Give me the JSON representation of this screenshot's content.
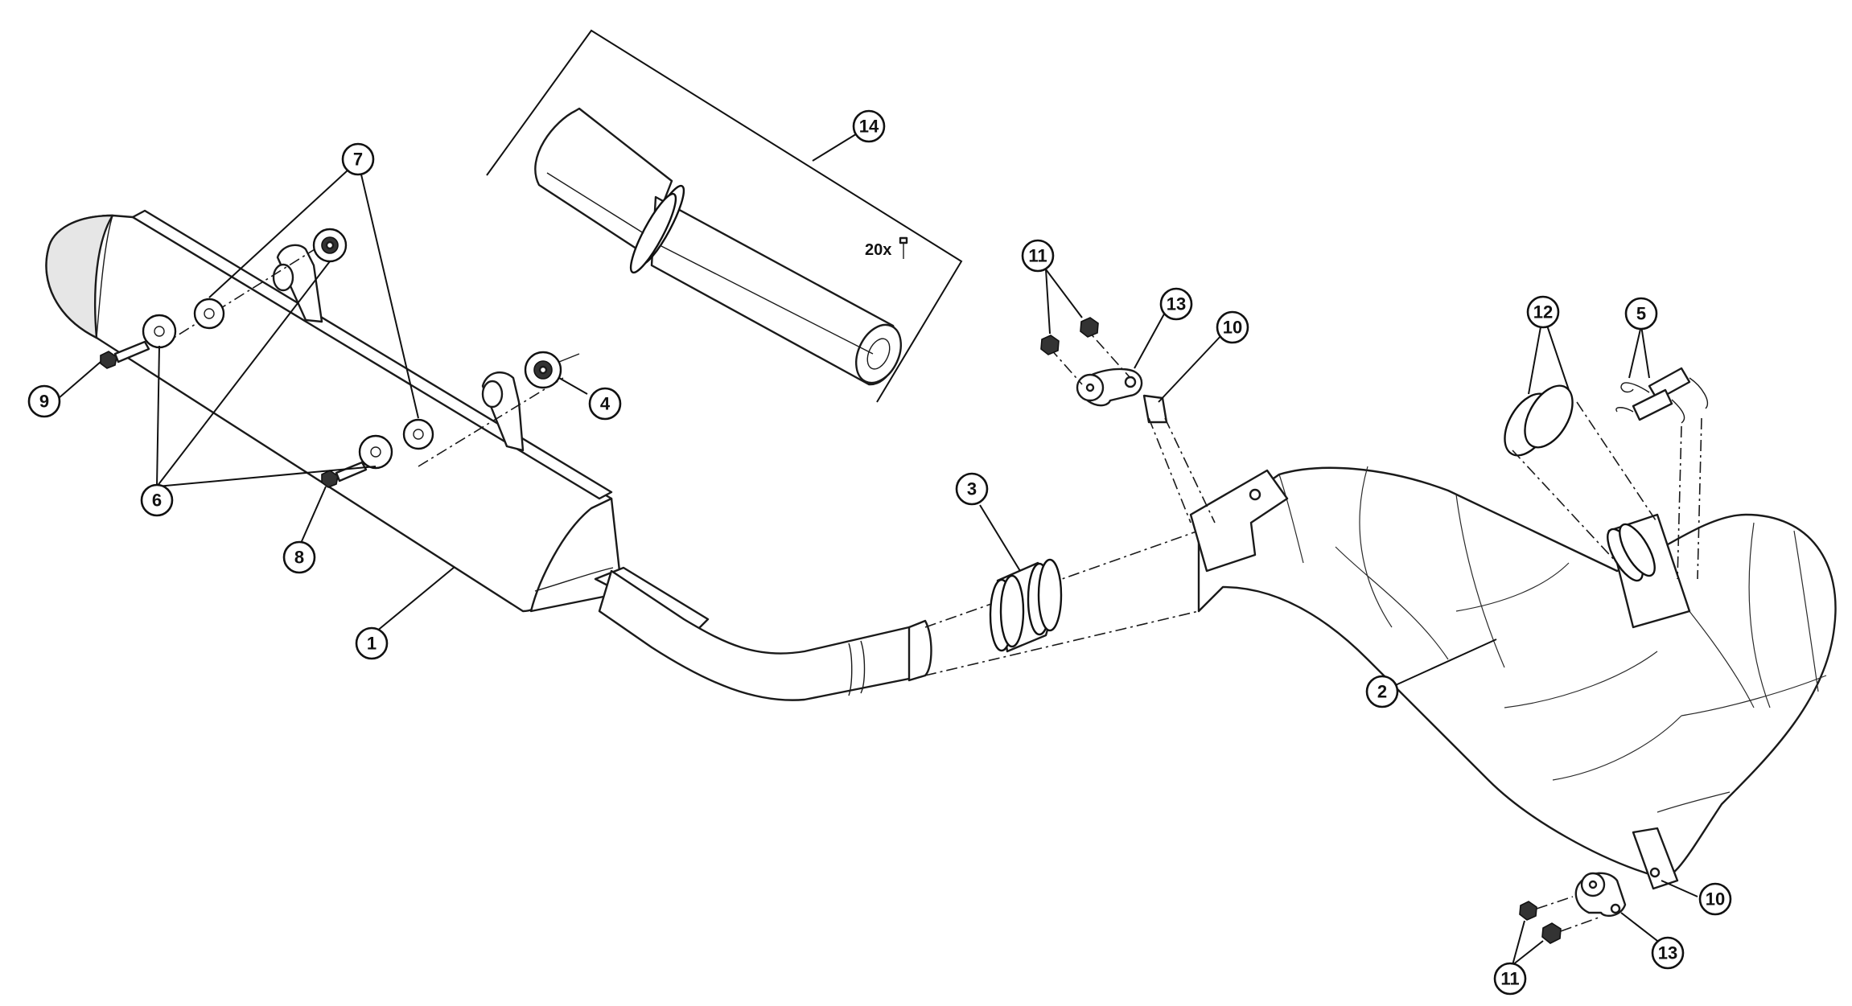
{
  "callouts": {
    "c1": "1",
    "c2": "2",
    "c3": "3",
    "c4": "4",
    "c5": "5",
    "c6": "6",
    "c7": "7",
    "c8": "8",
    "c9": "9",
    "c10a": "10",
    "c10b": "10",
    "c11a": "11",
    "c11b": "11",
    "c12": "12",
    "c13a": "13",
    "c13b": "13",
    "c14": "14"
  },
  "kit": {
    "quantity_label": "20x"
  }
}
